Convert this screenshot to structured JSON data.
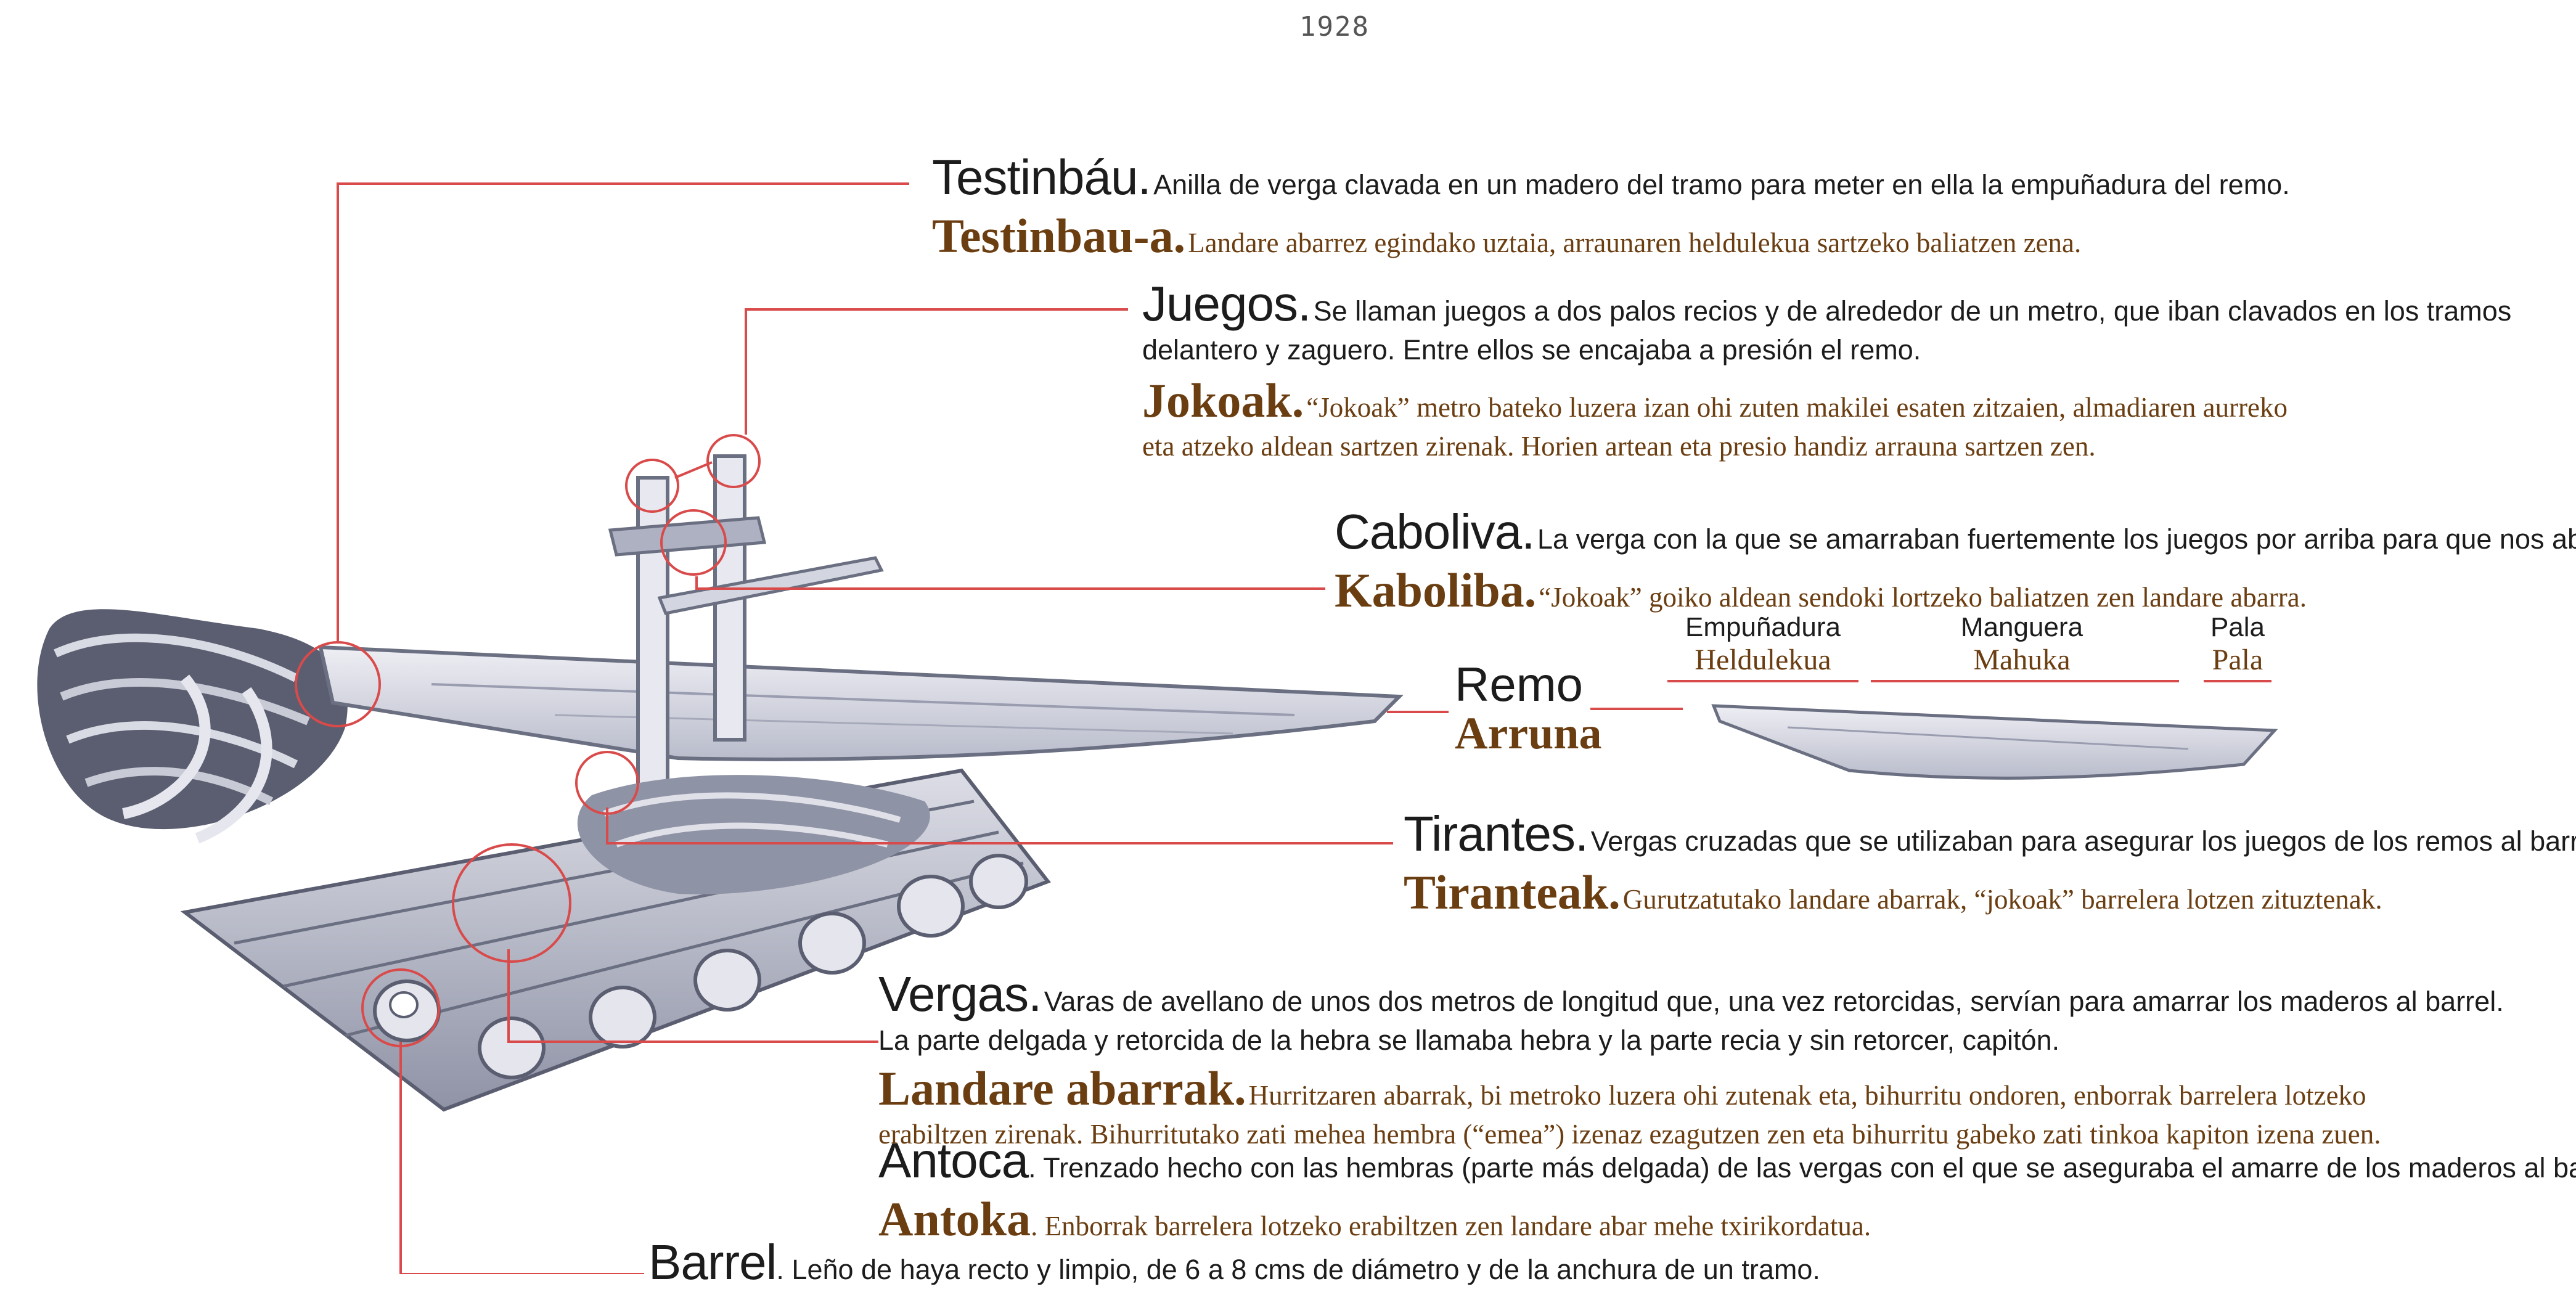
{
  "year": "1928",
  "entries": {
    "testinbau": {
      "es_term": "Testinbáu.",
      "es_desc": "Anilla de verga clavada en un madero del tramo para meter en ella la empuñadura del remo.",
      "eu_term": "Testinbau-a.",
      "eu_desc": "Landare abarrez egindako uztaia, arraunaren heldulekua sartzeko baliatzen zena."
    },
    "juegos": {
      "es_term": "Juegos.",
      "es_desc_1": "Se llaman juegos a dos palos recios y de alrededor de un metro, que iban clavados en los tramos",
      "es_desc_2": "delantero y zaguero. Entre ellos se encajaba a presión el remo.",
      "eu_term": "Jokoak.",
      "eu_desc_1": "“Jokoak” metro bateko luzera izan ohi zuten makilei esaten zitzaien, almadiaren aurreko",
      "eu_desc_2": "eta atzeko aldean sartzen zirenak. Horien artean eta presio handiz arrauna sartzen zen."
    },
    "caboliva": {
      "es_term": "Caboliva.",
      "es_desc": "La verga con la que se amarraban fuertemente los juegos por arriba para que nos abrieran.",
      "eu_term": "Kaboliba.",
      "eu_desc": "“Jokoak” goiko aldean sendoki lortzeko baliatzen zen landare abarra."
    },
    "remo": {
      "es_term": "Remo",
      "eu_term": "Arruna",
      "parts": [
        {
          "es": "Empuñadura",
          "eu": "Heldulekua"
        },
        {
          "es": "Manguera",
          "eu": "Mahuka"
        },
        {
          "es": "Pala",
          "eu": "Pala"
        }
      ]
    },
    "tirantes": {
      "es_term": "Tirantes.",
      "es_desc": "Vergas cruzadas que se utilizaban para asegurar los juegos de los remos al barrel.",
      "eu_term": "Tiranteak.",
      "eu_desc": "Gurutzatutako landare abarrak, “jokoak” barrelera lotzen zituztenak."
    },
    "vergas": {
      "es_term": "Vergas.",
      "es_desc_1": "Varas de avellano de unos dos metros de longitud que, una vez retorcidas, servían para amarrar los maderos al barrel.",
      "es_desc_2": "La parte delgada y retorcida de la hebra se llamaba hebra y la parte recia y sin retorcer, capitón.",
      "eu_term": "Landare abarrak.",
      "eu_desc_1": "Hurritzaren abarrak, bi metroko luzera ohi zutenak eta, bihurritu ondoren, enborrak barrelera lotzeko",
      "eu_desc_2": "erabiltzen zirenak. Bihurritutako zati mehea hembra (“emea”) izenaz ezagutzen zen eta bihurritu gabeko zati tinkoa kapiton izena zuen."
    },
    "antoca": {
      "es_term": "Antoca",
      "es_desc": ". Trenzado hecho con las hembras (parte más delgada) de las vergas con el que se aseguraba el amarre de los maderos al barrel.",
      "eu_term": "Antoka",
      "eu_desc": ". Enborrak barrelera lotzeko erabiltzen zen landare abar mehe txirikordatua."
    },
    "barrel": {
      "es_term": "Barrel",
      "es_desc": ". Leño de haya recto y limpio, de 6 a 8 cms de diámetro y de la anchura de un tramo."
    }
  },
  "colors": {
    "leader_line": "#d94a4a",
    "spanish_text": "#1c1c1c",
    "basque_text": "#6b3e12"
  }
}
